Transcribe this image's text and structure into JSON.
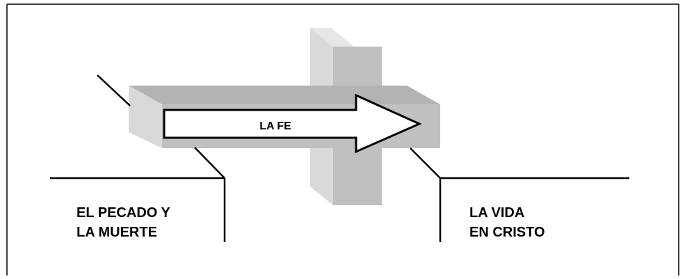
{
  "labels": {
    "arrow_label": "LA FE",
    "left_line1": "EL PECADO Y",
    "left_line2": "LA MUERTE",
    "right_line1": "LA VIDA",
    "right_line2": "EN CRISTO"
  }
}
